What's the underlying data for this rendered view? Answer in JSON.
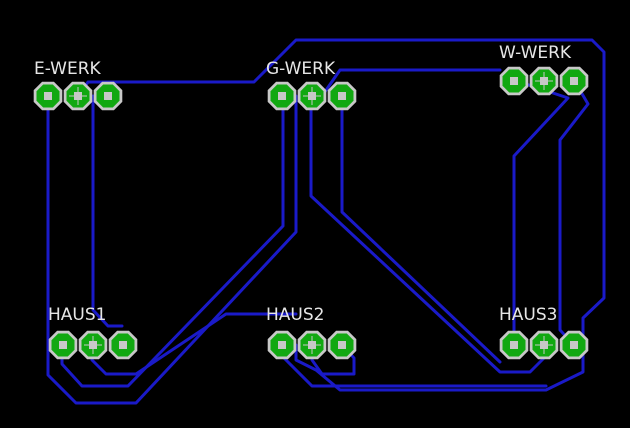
{
  "colors": {
    "background": "#000000",
    "trace": "#1a1ac8",
    "pad_ring": "#c8c8c8",
    "pad_fill": "#11a811",
    "pad_hole": "#c8c8c8",
    "label": "#e6e6e6"
  },
  "components": [
    {
      "id": "e-werk",
      "label": "E-WERK"
    },
    {
      "id": "g-werk",
      "label": "G-WERK"
    },
    {
      "id": "w-werk",
      "label": "W-WERK"
    },
    {
      "id": "haus1",
      "label": "HAUS1"
    },
    {
      "id": "haus2",
      "label": "HAUS2"
    },
    {
      "id": "haus3",
      "label": "HAUS3"
    }
  ]
}
